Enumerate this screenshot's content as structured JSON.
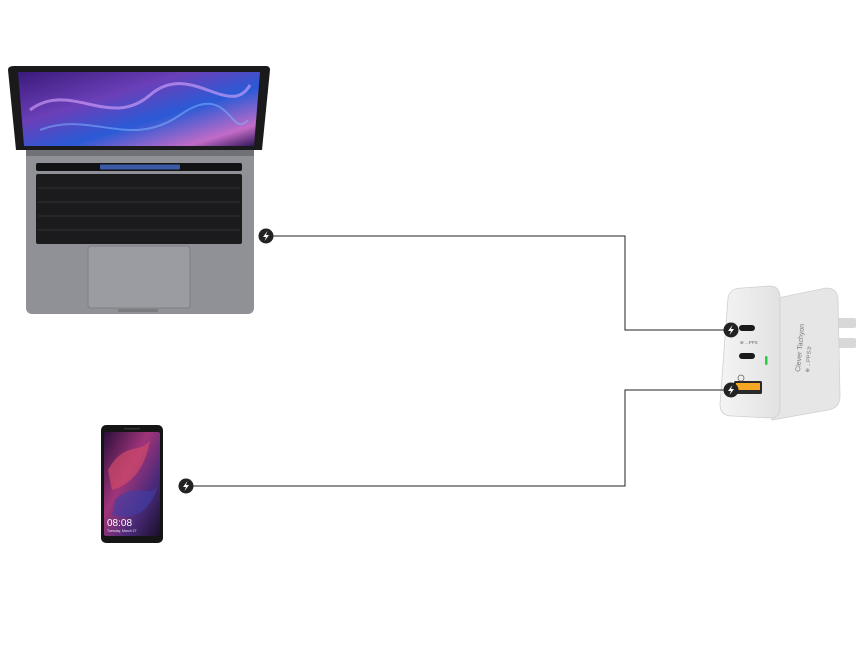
{
  "devices": {
    "laptop": {
      "icon": "laptop-icon"
    },
    "phone": {
      "icon": "smartphone-icon",
      "lock_time": "08:08",
      "lock_date": "Tuesday, March 27"
    },
    "charger": {
      "icon": "wall-charger-icon",
      "brand_line1": "Clever Tachyon",
      "brand_line2": "⊕ ...PPS③",
      "port_label": "⊕ ...PPS"
    }
  },
  "connectors": {
    "icon": "charging-bolt-icon",
    "line_color": "#222222",
    "badge_color": "#222222"
  },
  "colors": {
    "usb_a_port": "#f5a623",
    "status_led": "#2ecc40",
    "laptop_body": "#8f9196",
    "laptop_keys": "#1b1b1d"
  }
}
